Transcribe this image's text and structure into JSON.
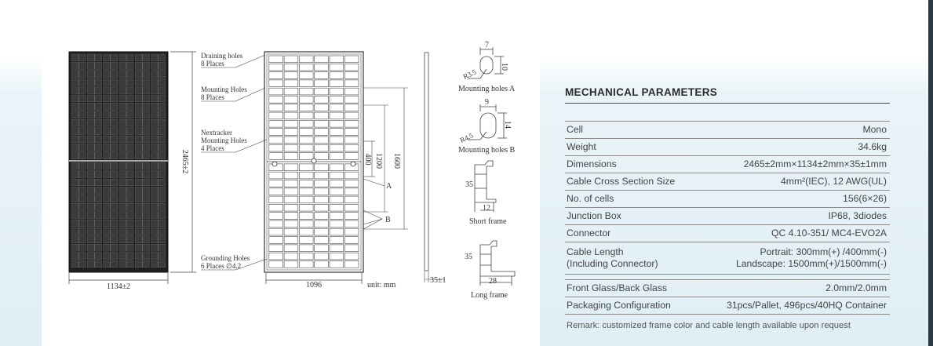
{
  "drawing": {
    "callouts": {
      "draining": [
        "Draining holes",
        "8 Places"
      ],
      "mounting": [
        "Mounting Holes",
        "8 Places"
      ],
      "nextracker": [
        "Nextracker",
        "Mounting Holes",
        "4 Places"
      ],
      "grounding": [
        "Grounding Holes",
        "6 Places ∅4.2"
      ]
    },
    "dims": {
      "width_overall": "1134±2",
      "height_overall": "2465±2",
      "inner_width": "1096",
      "dim_1600": "1600",
      "dim_1200": "1200",
      "dim_400": "400",
      "label_a": "A",
      "label_b": "B",
      "unit": "unit: mm",
      "thickness": "35±1"
    },
    "hole_a": {
      "w": "7",
      "h": "10",
      "r": "R3.5",
      "caption": "Mounting holes A"
    },
    "hole_b": {
      "w": "9",
      "h": "14",
      "r": "R4.5",
      "caption": "Mounting holes B"
    },
    "short_frame": {
      "h": "35",
      "w": "12",
      "caption": "Short frame"
    },
    "long_frame": {
      "h": "35",
      "w": "28",
      "caption": "Long frame"
    }
  },
  "params": {
    "title": "MECHANICAL PARAMETERS",
    "rows": [
      {
        "label": [
          "Cell"
        ],
        "value": [
          "Mono"
        ]
      },
      {
        "label": [
          "Weight"
        ],
        "value": [
          "34.6kg"
        ]
      },
      {
        "label": [
          "Dimensions"
        ],
        "value": [
          "2465±2mm×1134±2mm×35±1mm"
        ]
      },
      {
        "label": [
          "Cable Cross Section Size"
        ],
        "value": [
          "4mm²(IEC), 12 AWG(UL)"
        ]
      },
      {
        "label": [
          "No. of cells"
        ],
        "value": [
          "156(6×26)"
        ]
      },
      {
        "label": [
          "Junction Box"
        ],
        "value": [
          "IP68, 3diodes"
        ]
      },
      {
        "label": [
          "Connector"
        ],
        "value": [
          "QC 4.10-351/ MC4-EVO2A"
        ]
      },
      {
        "label": [
          "Cable Length",
          "(Including Connector)"
        ],
        "value": [
          "Portrait: 300mm(+) /400mm(-)",
          "Landscape: 1500mm(+)/1500mm(-)"
        ]
      },
      {
        "label": [
          "Front Glass/Back Glass"
        ],
        "value": [
          "2.0mm/2.0mm"
        ]
      },
      {
        "label": [
          "Packaging Configuration"
        ],
        "value": [
          "31pcs/Pallet, 496pcs/40HQ Container"
        ]
      }
    ],
    "remark": "Remark: customized frame color and cable length available upon request"
  }
}
